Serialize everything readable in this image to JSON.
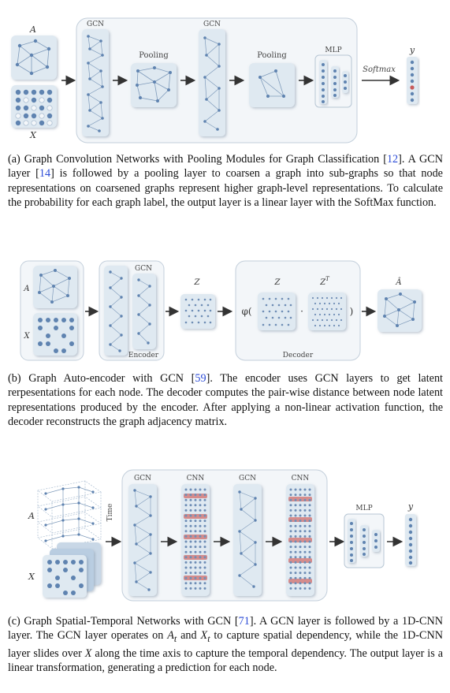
{
  "figure_a": {
    "label_A": "A",
    "label_X": "X",
    "gcn1_label": "GCN",
    "gcn2_label": "GCN",
    "pooling1_label": "Pooling",
    "pooling2_label": "Pooling",
    "mlp_label": "MLP",
    "softmax_label": "Softmax",
    "output_label": "y",
    "caption_prefix": "(a) Graph Convolution Networks with Pooling Modules for Graph Classification [",
    "caption_ref1": "12",
    "caption_mid1": "]. A GCN layer [",
    "caption_ref2": "14",
    "caption_rest": "] is followed by a pooling layer to coarsen a graph into sub-graphs so that node representations on coarsened graphs represent higher graph-level representations. To calculate the probability for each graph label, the output layer is a linear layer with the SoftMax function."
  },
  "figure_b": {
    "label_A": "A",
    "label_X": "X",
    "gcn_label": "GCN",
    "encoder_label": "Encoder",
    "decoder_label": "Decoder",
    "z_label": "Z",
    "z2_label": "Z",
    "zt_label": "Z",
    "zt_sup": "T",
    "phi_label": "φ(",
    "dot_label": "·",
    "close_paren": ")",
    "output_label": "Â",
    "caption_prefix": "(b) Graph Auto-encoder with GCN [",
    "caption_ref": "59",
    "caption_rest": "]. The encoder uses GCN layers to get latent rerpesentations for each node. The decoder computes the pair-wise distance between node latent representations produced by the encoder. After applying a non-linear activation function, the decoder reconstructs the graph adjacency matrix."
  },
  "figure_c": {
    "label_A": "A",
    "label_X": "X",
    "time_label": "Time",
    "gcn1_label": "GCN",
    "cnn1_label": "CNN",
    "gcn2_label": "GCN",
    "cnn2_label": "CNN",
    "mlp_label": "MLP",
    "output_label": "y",
    "caption_prefix": "(c) Graph Spatial-Temporal Networks with GCN [",
    "caption_ref": "71",
    "caption_p1": "]. A GCN layer is followed by a 1D-CNN layer. The GCN layer operates on ",
    "caption_At": "A",
    "caption_At_sub": "t",
    "caption_and": " and ",
    "caption_Xt": "X",
    "caption_Xt_sub": "t",
    "caption_p2": " to capture spatial dependency, while the 1D-CNN layer slides over ",
    "caption_X": "X",
    "caption_p3": " along the time axis to capture the temporal dependency. The output layer is a linear transformation, generating a prediction for each node."
  },
  "colors": {
    "panel_fill": "#dfe9f1",
    "node_fill": "#5f83b0",
    "frame_stroke": "#b7c6d4",
    "highlight_red": "#c85a5a",
    "link_blue": "#2a4ad6"
  }
}
